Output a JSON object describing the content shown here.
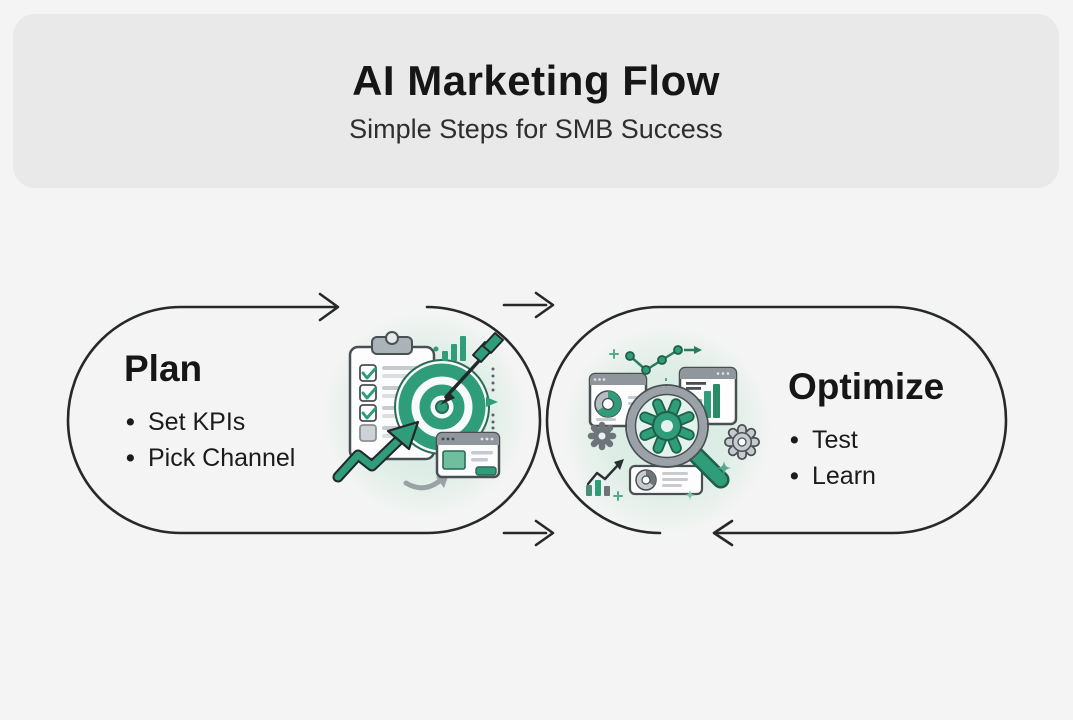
{
  "header": {
    "title": "AI Marketing Flow",
    "subtitle": "Simple Steps for SMB Success"
  },
  "steps": [
    {
      "name": "Plan",
      "bullets": [
        "Set KPIs",
        "Pick Channel"
      ]
    },
    {
      "name": "Optimize",
      "bullets": [
        "Test",
        "Learn"
      ]
    }
  ],
  "arrows": [
    "flow-arrow-top-exit-right",
    "flow-arrow-top-connector-right",
    "flow-arrow-bottom-connector-right",
    "flow-return-arrow-left"
  ],
  "icons": {
    "plan": [
      "clipboard-checklist-icon",
      "target-dart-icon",
      "mini-bar-chart-icon",
      "dotted-path-arrow-icon",
      "growth-arrow-icon",
      "curved-swoosh-arrow-icon",
      "browser-card-icon"
    ],
    "optimize": [
      "dot-line-chart-icon",
      "pie-browser-window-icon",
      "bar-browser-window-icon",
      "gear-icon-left",
      "gear-icon-right",
      "magnifier-gear-icon",
      "mini-trend-bars-icon",
      "report-card-pie-icon",
      "sparkle-icons"
    ]
  },
  "colors": {
    "page_bg": "#f3f4f3",
    "header_bg": "#e8e9e8",
    "text": "#161616",
    "outline": "#26282a",
    "accent_green": "#2f9d79",
    "accent_green_dark": "#1e6a50",
    "accent_green_light": "#6fbf9f",
    "glow": "#cfe9dd",
    "ui_gray": "#8f979d",
    "ui_gray_light": "#c6cbd0",
    "card_stroke": "#4a4f54"
  }
}
